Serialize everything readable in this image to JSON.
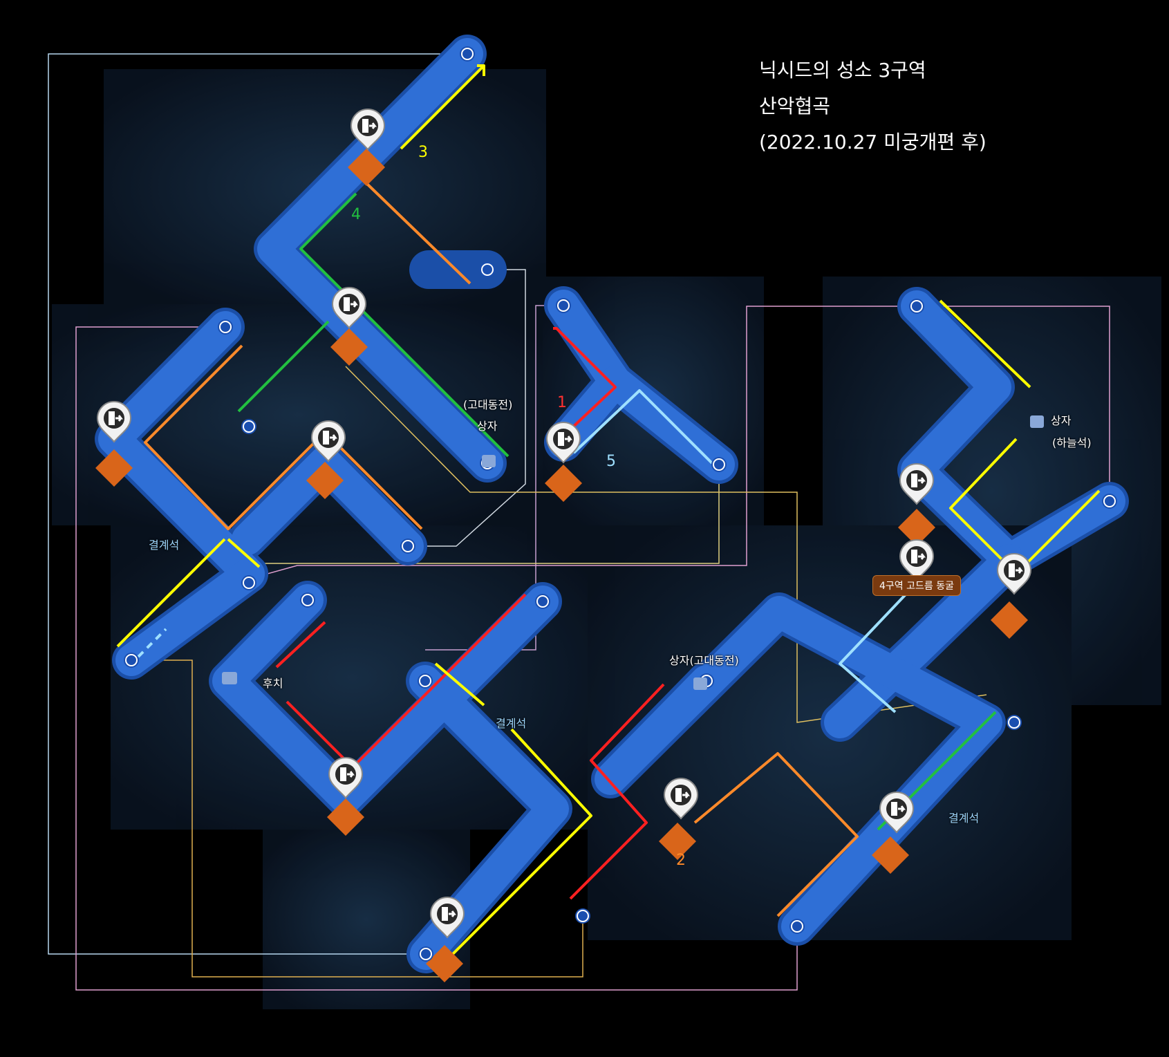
{
  "title": {
    "line1": "닉시드의 성소 3구역",
    "line2": "산악협곡",
    "line3": "(2022.10.27 미궁개편 후)"
  },
  "labels": {
    "chest_ancient_top": "(고대동전)",
    "chest_top": "상자",
    "chest_sky": "상자",
    "chest_sky_sub": "(하늘석)",
    "barrier_left": "결계석",
    "barrier_mid": "결계석",
    "barrier_right": "결계석",
    "fallback": "후치",
    "chest_ancient_bottom": "상자(고대동전)",
    "zone4_exit": "4구역 고드름 동굴"
  },
  "step_numbers": {
    "n1": "1",
    "n2": "2",
    "n3": "3",
    "n4": "4",
    "n5": "5"
  },
  "colors": {
    "path": "#2f6fd6",
    "path_edge": "#1b4fa8",
    "exit_node": "#d9651a",
    "route_yellow": "#ffff00",
    "route_orange": "#ff8a2a",
    "route_green": "#22c040",
    "route_red": "#ff2020",
    "route_lightblue": "#9fe0ff",
    "step1": "#ff3030",
    "step2": "#ff8a2a",
    "step3": "#ffff00",
    "step4": "#22c040",
    "step5": "#9fe0ff"
  }
}
